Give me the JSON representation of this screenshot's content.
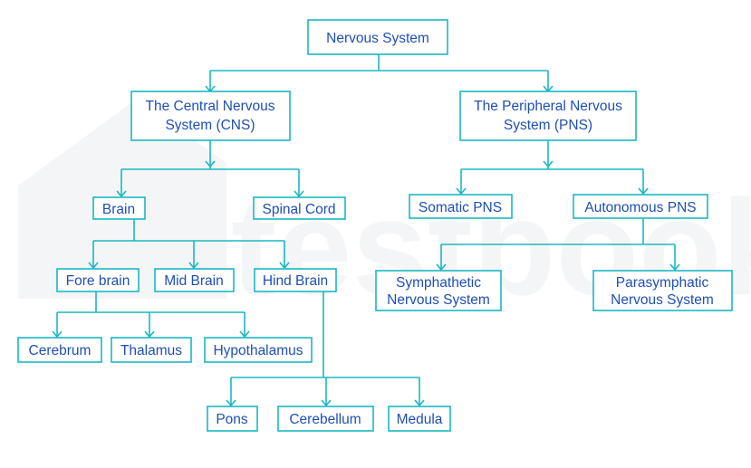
{
  "colors": {
    "line": "#1ab8c4",
    "text": "#1f4fb5",
    "watermark": "#f3f5f6"
  },
  "watermark": {
    "text": "testbook"
  },
  "nodes": {
    "nervous_system": [
      "Nervous System"
    ],
    "cns": [
      "The Central Nervous",
      "System (CNS)"
    ],
    "pns": [
      "The Peripheral Nervous",
      "System (PNS)"
    ],
    "brain": [
      "Brain"
    ],
    "spinal_cord": [
      "Spinal Cord"
    ],
    "somatic_pns": [
      "Somatic PNS"
    ],
    "autonomous_pns": [
      "Autonomous PNS"
    ],
    "fore_brain": [
      "Fore brain"
    ],
    "mid_brain": [
      "Mid Brain"
    ],
    "hind_brain": [
      "Hind Brain"
    ],
    "sympathetic": [
      "Symphathetic",
      "Nervous System"
    ],
    "parasympathetic": [
      "Parasymphatic",
      "Nervous System"
    ],
    "cerebrum": [
      "Cerebrum"
    ],
    "thalamus": [
      "Thalamus"
    ],
    "hypothalamus": [
      "Hypothalamus"
    ],
    "pons": [
      "Pons"
    ],
    "cerebellum": [
      "Cerebellum"
    ],
    "medula": [
      "Medula"
    ]
  }
}
